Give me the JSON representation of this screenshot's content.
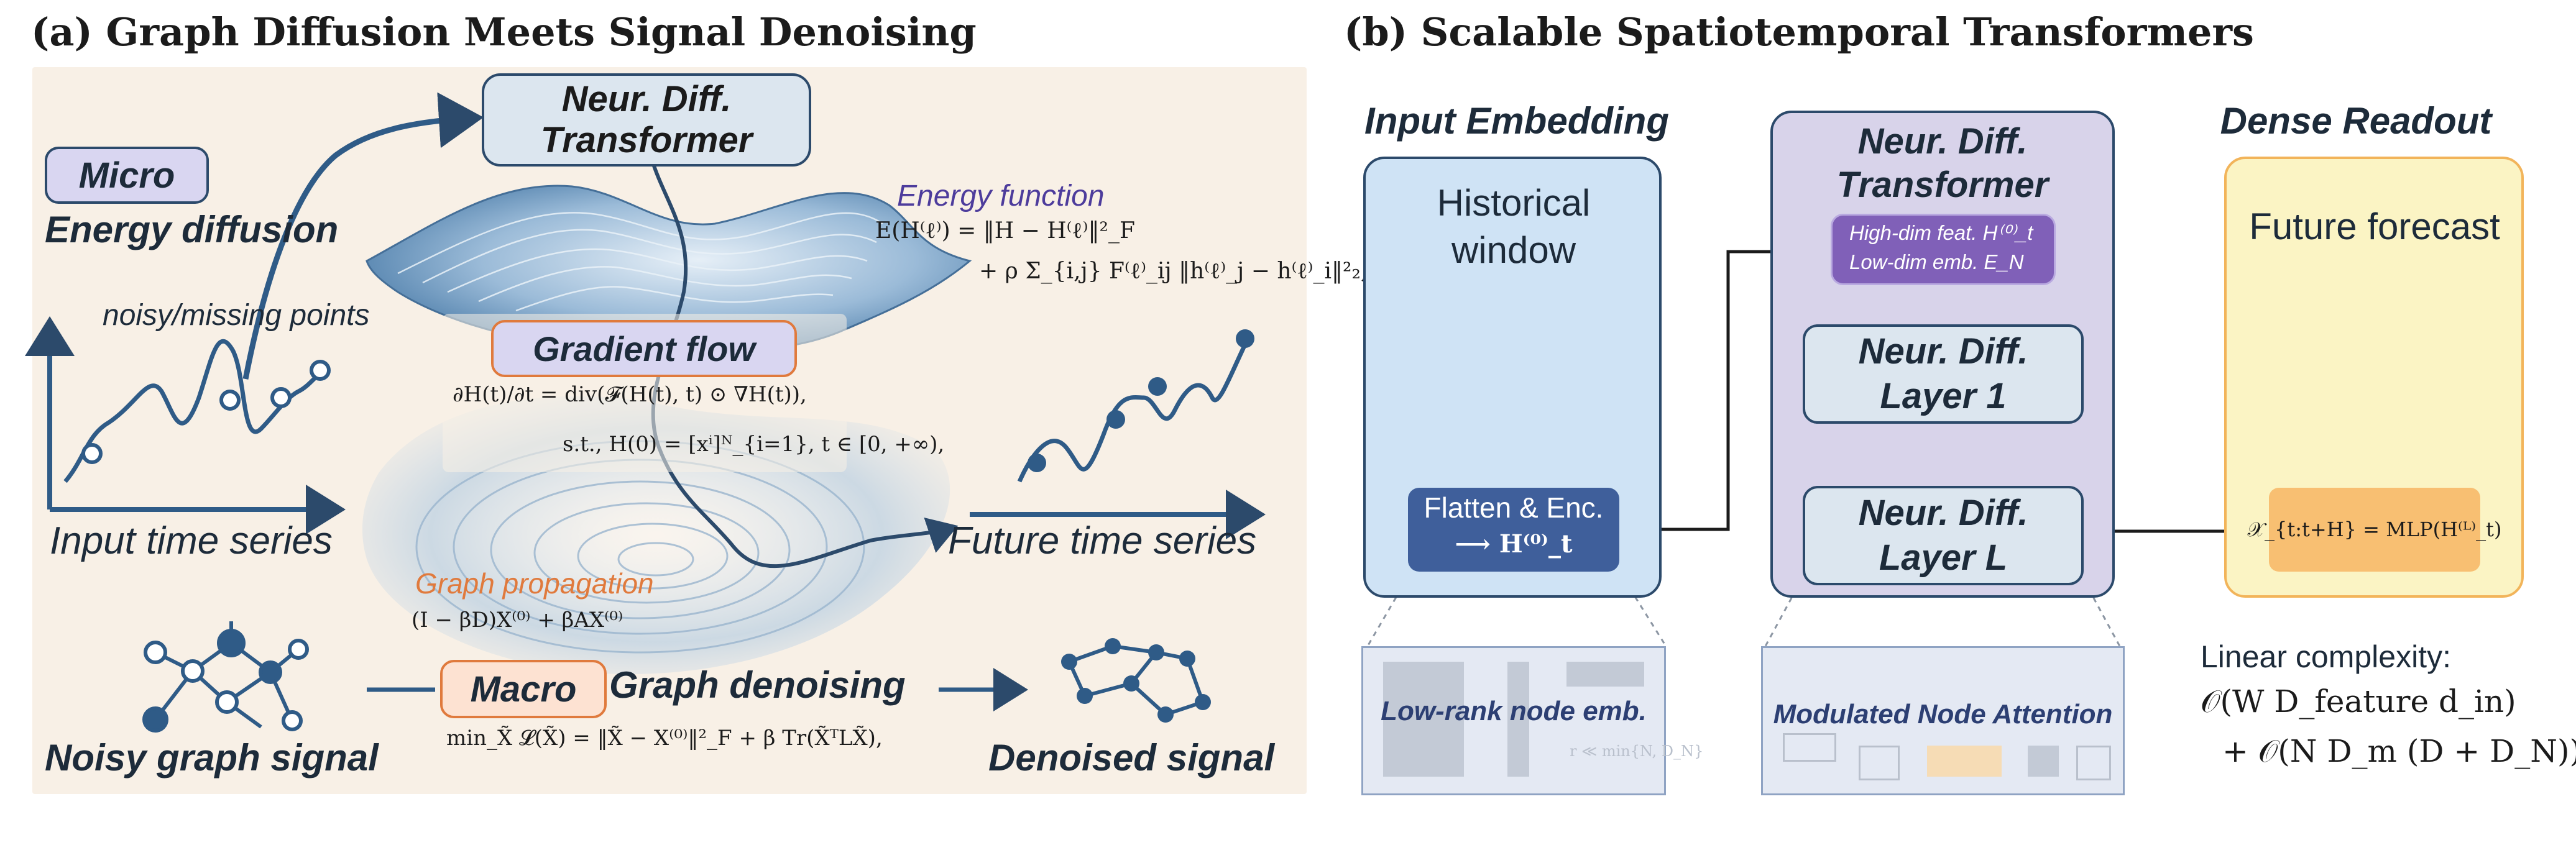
{
  "panel_a": {
    "title": "(a) Graph Diffusion Meets Signal Denoising",
    "micro_badge": "Micro",
    "energy_diffusion": "Energy diffusion",
    "noisy_missing": "noisy/missing points",
    "input_series": "Input time series",
    "future_series": "Future time series",
    "neur_diff_transformer": "Neur. Diff. Transformer",
    "energy_function_label": "Energy function",
    "energy_eq_line1": "E(H⁽ℓ⁾) = ‖H − H⁽ℓ⁾‖²_F",
    "energy_eq_line2": "+ ρ Σ_{i,j} F⁽ℓ⁾_ij ‖h⁽ℓ⁾_j − h⁽ℓ⁾_i‖²₂,",
    "gradient_flow": "Gradient flow",
    "gradient_eq_line1": "∂H(t)/∂t = div(𝓕(H(t), t) ⊙ ∇H(t)),",
    "gradient_eq_line2": "s.t., H(0) = [xⁱ]ᴺ_{i=1}, t ∈ [0, +∞),",
    "graph_propagation_label": "Graph propagation",
    "graph_propagation_eq": "(I − βD)X⁽⁰⁾ + βAX⁽⁰⁾",
    "macro_badge": "Macro",
    "graph_denoising": "Graph denoising",
    "denoise_eq": "min_X̃ 𝓛(X̃) = ‖X̃ − X⁽⁰⁾‖²_F + β Tr(X̃ᵀLX̃),",
    "noisy_graph": "Noisy graph signal",
    "denoised_signal": "Denoised signal"
  },
  "panel_b": {
    "title": "(b) Scalable Spatiotemporal Transformers",
    "input_embedding": "Input Embedding",
    "historical_window": "Historical window",
    "flatten_enc": "Flatten & Enc.",
    "flatten_out": "⟶ H⁽⁰⁾_t",
    "lowrank": "Low-rank node emb.",
    "lowrank_note": "r ≪ min{N, D_N}",
    "ndt_title": "Neur. Diff. Transformer",
    "ndt_feat_line1": "High-dim feat. H⁽⁰⁾_t",
    "ndt_feat_line2": "Low-dim emb. E_N",
    "layer1": "Neur. Diff. Layer 1",
    "layerL": "Neur. Diff. Layer L",
    "modulated": "Modulated Node Attention",
    "dense_readout": "Dense Readout",
    "future_forecast": "Future forecast",
    "readout_eq": "𝒳_{t:t+H} = MLP(H⁽ᴸ⁾_t)",
    "linear_complexity": "Linear complexity:",
    "complexity_line1": "𝒪(W D_feature d_in)",
    "complexity_line2": "+ 𝒪(N D_m (D + D_N))"
  },
  "colors": {
    "navy": "#2c4a6b",
    "series_blue": "#2f5b87",
    "micro_fill": "#d9d6f1",
    "macro_fill": "#fde2d2",
    "macro_border": "#e07a3d",
    "orange_text": "#e07a3d",
    "purple_text": "#4d3c9c",
    "input_col": "#cfe3f5",
    "ndt_col": "#d8d3ea",
    "readout_col": "#fbf4c4",
    "readout_eq_fill": "#f8bf72",
    "feat_box": "#8060b8",
    "flatten_box": "#3f5f9b"
  }
}
